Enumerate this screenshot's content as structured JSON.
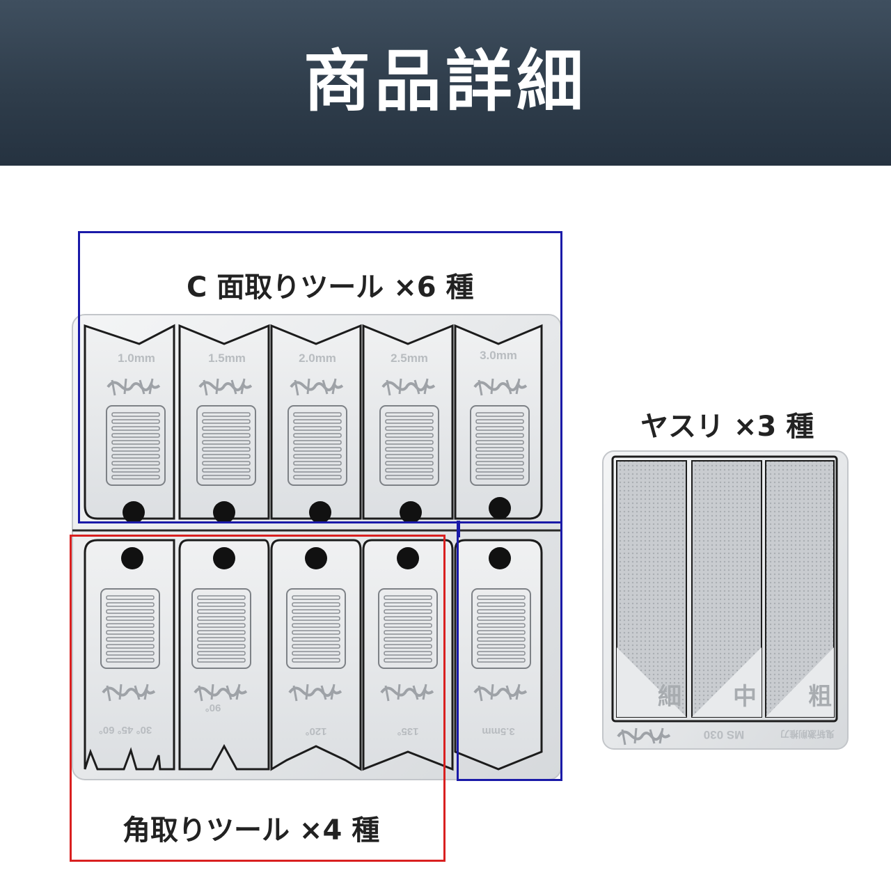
{
  "header": {
    "title": "商品詳細"
  },
  "labels": {
    "chamfer_c": "C 面取りツール ×6 種",
    "chamfer_corner": "角取りツール ×4 種",
    "file": "ヤスリ ×3 種"
  },
  "c_tools": {
    "top_row_sizes": [
      "1.0mm",
      "1.5mm",
      "2.0mm",
      "2.5mm",
      "3.0mm"
    ],
    "bottom_right_size": "3.5mm"
  },
  "corner_tools": {
    "angles": [
      "30° 45° 60°",
      "90°",
      "120°",
      "135°"
    ]
  },
  "file_plate": {
    "grades": [
      "細",
      "中",
      "粗"
    ],
    "model": "MS 030",
    "maker": "鬼斩激削推刀"
  },
  "colors": {
    "header_bg": "#2f3d4b",
    "blue_frame": "#1a1aa8",
    "red_frame": "#d92020"
  }
}
